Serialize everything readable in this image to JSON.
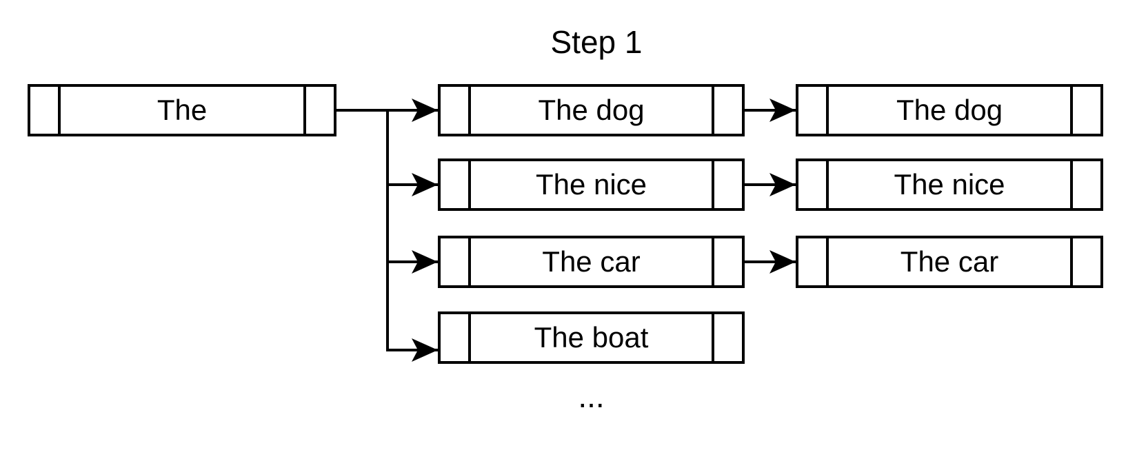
{
  "title": "Step 1",
  "ellipsis": "...",
  "colors": {
    "stroke": "#000000",
    "fill": "#ffffff",
    "background": "#ffffff"
  },
  "root_node": {
    "label": "The"
  },
  "step1_nodes": [
    {
      "label": "The dog"
    },
    {
      "label": "The nice"
    },
    {
      "label": "The car"
    },
    {
      "label": "The boat"
    }
  ],
  "step2_nodes": [
    {
      "label": "The dog"
    },
    {
      "label": "The nice"
    },
    {
      "label": "The car"
    }
  ]
}
